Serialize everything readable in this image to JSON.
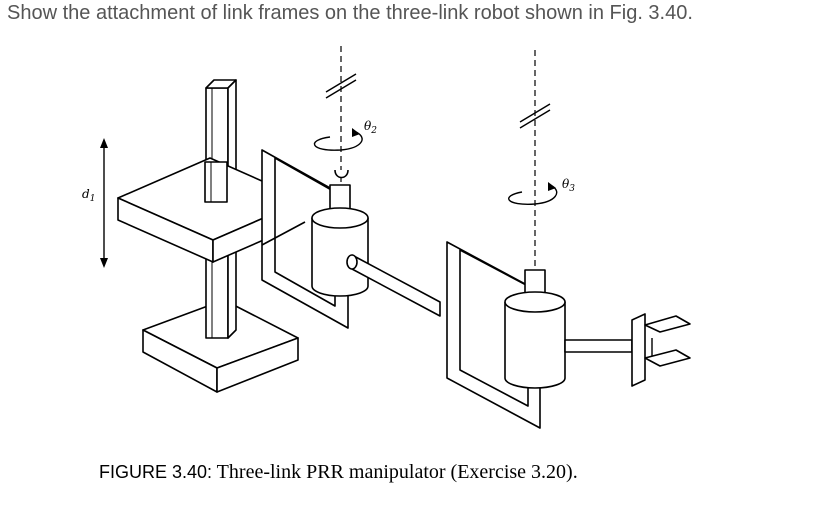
{
  "question": {
    "text": "Show the attachment of link frames on the three-link robot shown in Fig. 3.40."
  },
  "figure": {
    "labels": {
      "d1": "d",
      "d1_sub": "1",
      "theta2": "θ",
      "theta2_sub": "2",
      "theta3": "θ",
      "theta3_sub": "3"
    },
    "caption": {
      "label": "FIGURE 3.40:",
      "text": " Three-link PRR manipulator (Exercise 3.20)."
    }
  }
}
